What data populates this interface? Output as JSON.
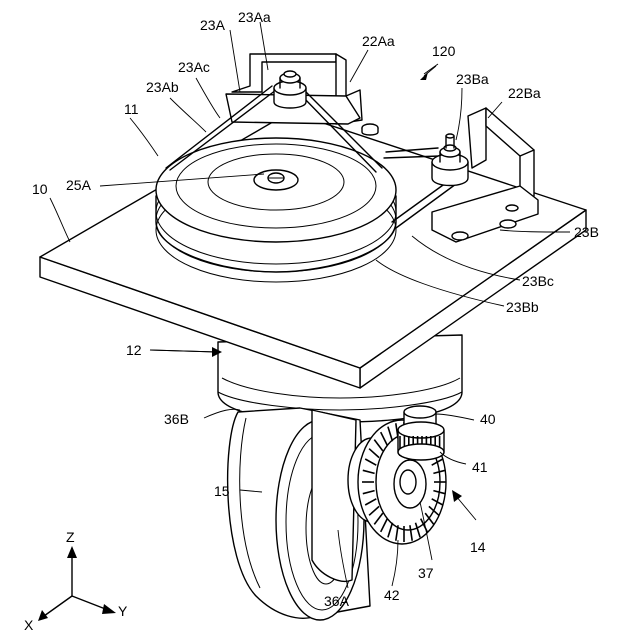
{
  "labels": {
    "l120": "120",
    "l23A": "23A",
    "l23Aa": "23Aa",
    "l22Aa": "22Aa",
    "l23Ac": "23Ac",
    "l23Ab": "23Ab",
    "l23Ba": "23Ba",
    "l22Ba": "22Ba",
    "l11": "11",
    "l10": "10",
    "l25A": "25A",
    "l23B": "23B",
    "l23Bc": "23Bc",
    "l23Bb": "23Bb",
    "l12": "12",
    "l36B": "36B",
    "l40": "40",
    "l41": "41",
    "l15": "15",
    "l14": "14",
    "l37": "37",
    "l42": "42",
    "l36A": "36A"
  },
  "axes": {
    "z": "Z",
    "x": "X",
    "y": "Y"
  }
}
